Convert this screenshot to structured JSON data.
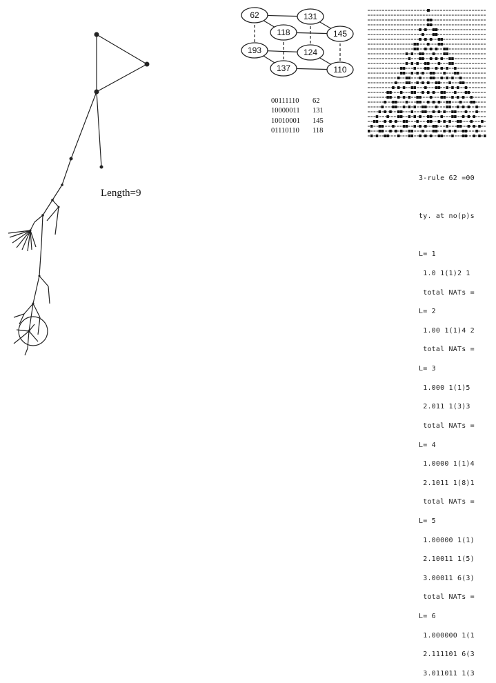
{
  "graph": {
    "nodes": [
      "62",
      "131",
      "118",
      "145",
      "193",
      "124",
      "137",
      "110"
    ]
  },
  "length_label": "Length=9",
  "binary_table": [
    {
      "binary": "00111110",
      "decimal": "62"
    },
    {
      "binary": "10000011",
      "decimal": "131"
    },
    {
      "binary": "10010001",
      "decimal": "145"
    },
    {
      "binary": "01110110",
      "decimal": "118"
    }
  ],
  "rule_text": {
    "line1": "3-rule 62 =00",
    "line2": "ty. at no(p)s",
    "lines": [
      "L= 1",
      " 1.0 1(1)2 1",
      " total NATs =",
      "L= 2",
      " 1.00 1(1)4 2",
      " total NATs =",
      "L= 3",
      " 1.000 1(1)5",
      " 2.011 1(3)3",
      " total NATs =",
      "L= 4",
      " 1.0000 1(1)4",
      " 2.1011 1(8)1",
      " total NATs =",
      "L= 5",
      " 1.00000 1(1)",
      " 2.10011 1(5)",
      " 3.00011 6(3)",
      " total NATs =",
      "L= 6",
      " 1.000000 1(1",
      " 2.111101 6(3",
      " 3.011011 1(3"
    ]
  }
}
